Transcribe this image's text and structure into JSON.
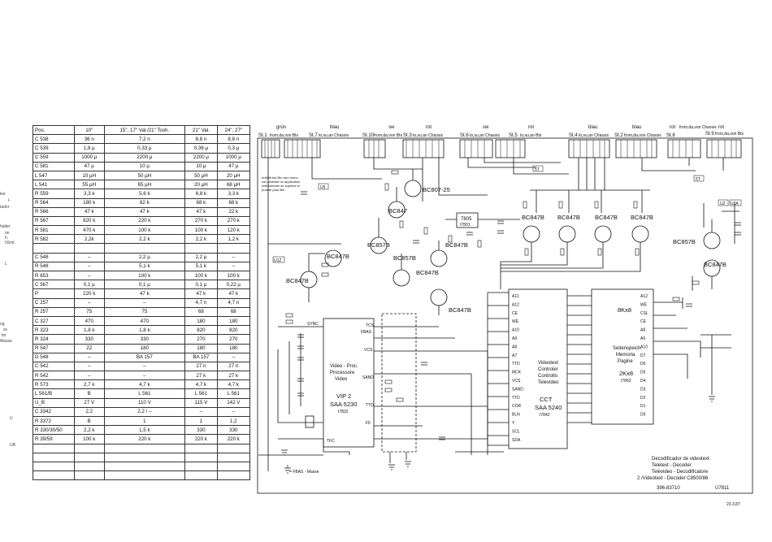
{
  "margin_fragments": [
    "ker",
    "l-",
    "tador",
    "halter",
    "on",
    "h.",
    "hSmt.",
    "L",
    "ng",
    "ss",
    "tor",
    "Masse",
    "U",
    "UB"
  ],
  "parts_table": {
    "headers": [
      "Pos.",
      "10\"",
      "15\", 17\" Val./21\" Tosh.",
      "21\" Val.",
      "24\", 27\""
    ],
    "rows": [
      [
        "C 538",
        "36 n",
        "7,2 n",
        "8,8 n",
        "8,8 n"
      ],
      [
        "C 539",
        "1,8 µ",
        "0,33 µ",
        "0,36 µ",
        "0,3 µ"
      ],
      [
        "C 559",
        "1000 µ",
        "2200 µ",
        "2200 µ",
        "1000 µ"
      ],
      [
        "C 581",
        "47 µ",
        "10 µ",
        "10 µ",
        "47 µ"
      ],
      [
        "L 547",
        "10 µH",
        "50 µH",
        "50 µH",
        "20 µH"
      ],
      [
        "L 541",
        "55 µH",
        "65 µH",
        "20 µH",
        "68 µH"
      ],
      [
        "R 559",
        "3,3 k",
        "5,6 k",
        "6,8 k",
        "3,3 k"
      ],
      [
        "R 564",
        "180 k",
        "82 k",
        "68 k",
        "68 k"
      ],
      [
        "R 566",
        "47 k",
        "47 k",
        "47 k",
        "22 k"
      ],
      [
        "R 567",
        "820 k",
        "220 k",
        "270 k",
        "270 k"
      ],
      [
        "R 581",
        "470 k",
        "100 k",
        "100 k",
        "120 k"
      ],
      [
        "R 582",
        "2,2k",
        "2,2 k",
        "2,2 k",
        "1,2 k"
      ],
      [
        "",
        "",
        "",
        "",
        ""
      ],
      [
        "C 548",
        "–",
        "2,2 µ",
        "2,2 µ",
        "–"
      ],
      [
        "R 548",
        "–",
        "5,1 k",
        "5,1 k",
        "–"
      ],
      [
        "R 653",
        "–",
        "100 k",
        "100 k",
        "100 k"
      ],
      [
        "C 567",
        "0,1 µ",
        "0,1 µ",
        "0,1 µ",
        "0,22 µ"
      ],
      [
        "P",
        "220 k",
        "47 k",
        "47 k",
        "47 k"
      ],
      [
        "C 257",
        "–",
        "–",
        "4,7 n",
        "4,7 n"
      ],
      [
        "R 257",
        "75",
        "75",
        "68",
        "68"
      ],
      [
        "C 327",
        "470",
        "470",
        "180",
        "180"
      ],
      [
        "R 323",
        "1,8 k",
        "1,8 k",
        "820",
        "820"
      ],
      [
        "R 324",
        "330",
        "330",
        "270",
        "270"
      ],
      [
        "R 547",
        "22",
        "180",
        "180",
        "180"
      ],
      [
        "D 548",
        "–",
        "BA 157",
        "BA 157",
        "–"
      ],
      [
        "C 542",
        "–",
        "–",
        "27 n",
        "27 n"
      ],
      [
        "R 542",
        "–",
        "–",
        "27 k",
        "27 k"
      ],
      [
        "R 573",
        "2,7 k",
        "4,7 k",
        "4,7 k",
        "4,7 k"
      ],
      [
        "L 561/B",
        "B",
        "L 561",
        "L 561",
        "L 561"
      ],
      [
        "U_B",
        "27 V",
        "110 V",
        "115 V",
        "142 V"
      ],
      [
        "C 3342",
        "2,2",
        "2,2 / –",
        "–",
        "–"
      ],
      [
        "R 3372",
        "B",
        "1",
        "1",
        "1,2"
      ],
      [
        "R 330/30/50",
        "2,2 k",
        "1,5 k",
        "330",
        "330"
      ],
      [
        "R 39/59",
        "100 k",
        "220 k",
        "220 k",
        "220 k"
      ],
      [
        "",
        "",
        "",
        "",
        ""
      ],
      [
        "",
        "",
        "",
        "",
        ""
      ],
      [
        "",
        "",
        "",
        "",
        ""
      ],
      [
        "",
        "",
        "",
        "",
        ""
      ]
    ]
  },
  "connectors": [
    {
      "id": "St.1",
      "label": "grün",
      "sub": "from,da,von Btx"
    },
    {
      "id": "St.7",
      "label": "blau",
      "sub": "to,su,an Chassis"
    },
    {
      "id": "St.10",
      "label": "sw",
      "sub": "from,da,von Btx"
    },
    {
      "id": "St.3",
      "label": "rot",
      "sub": "to,su,an Chassis"
    },
    {
      "id": "St.6",
      "label": "sw",
      "sub": "to,su,an Chassis"
    },
    {
      "id": "St.5",
      "label": "rot",
      "sub": "to,su,an Btx"
    },
    {
      "id": "St.4",
      "label": "blau",
      "sub": "to,su,an Chassis"
    },
    {
      "id": "St.2",
      "label": "blau",
      "sub": "from,da,von Chassis"
    },
    {
      "id": "St.8",
      "label": "rot",
      "sub": "from,da,von Chassis"
    },
    {
      "id": "St.9",
      "label": "rot",
      "sub": "from,da,von Btx"
    }
  ],
  "transistors": [
    "BC807-25",
    "BC847",
    "BC857B",
    "BC847B",
    "BC857B",
    "BC847B",
    "BC847B",
    "BC847B",
    "BC847B",
    "BC847B",
    "BC847B",
    "BC857B",
    "BC847B",
    "BC847B",
    "BC847B"
  ],
  "ic_vip": {
    "name": "VIP 2",
    "type": "SAA 5230",
    "ref": "I7822",
    "desc1": "Video - Proc.",
    "desc2": "Processore",
    "desc3": "Video",
    "pins": [
      "SYNC",
      "FBAS",
      "VCS",
      "SAND",
      "TTD",
      "TCS",
      "F6",
      "TFC"
    ]
  },
  "ic_cct": {
    "name": "CCT",
    "type": "SAA 5240",
    "ref": "I7842",
    "desc1": "Videotext",
    "desc2": "Controler",
    "desc3": "Controllo",
    "desc4": "Televideo",
    "pins": [
      "A11",
      "A12",
      "CE",
      "WE",
      "A10",
      "A9",
      "A8",
      "A7",
      "TTD",
      "MCK",
      "VCS",
      "SAND",
      "TTD",
      "COR",
      "BLN",
      "Y",
      "SCL",
      "SDA"
    ]
  },
  "ic_mem": {
    "name": "Seitenspeich.",
    "desc2": "Memoria",
    "desc3": "Pagine",
    "size1": "8Kx8",
    "size2": "2Kx8",
    "ref": "I7862",
    "pins": [
      "A12",
      "WE",
      "CSL",
      "CE",
      "A8",
      "A9",
      "A10",
      "D7",
      "D6",
      "D5",
      "D4",
      "D3",
      "D2",
      "D1",
      "D0"
    ]
  },
  "ic_7805": {
    "name": "7805",
    "ref": "I7801"
  },
  "title_block": {
    "line1": "Decodificador de videotext",
    "line2": "Teletext - Decoder",
    "line3": "Televideo - Decodificatore",
    "line4": "2 /Videotext - Decoder C8500/86",
    "drawing_no": "396-83710",
    "ref": "U7811",
    "date": "23.3.87"
  },
  "notes": {
    "ground_legend": "= FBAS - Masse",
    "remark": "entfällt bei Btx vien mono con videotel no application with videotel se suprime el puente para Btx",
    "labels": [
      "U5",
      "U2",
      "U2A",
      "U1Z",
      "5T",
      "1"
    ]
  }
}
